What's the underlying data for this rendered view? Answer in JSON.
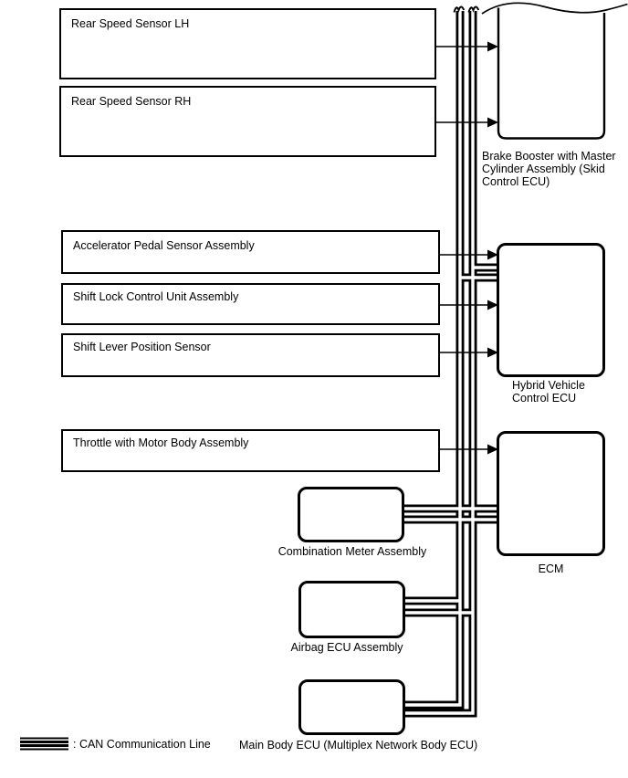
{
  "colors": {
    "line": "#000000",
    "background": "#ffffff",
    "text": "#000000"
  },
  "nodes": {
    "rear_speed_sensor_lh": {
      "label": "Rear Speed Sensor LH"
    },
    "rear_speed_sensor_rh": {
      "label": "Rear Speed Sensor RH"
    },
    "accelerator_pedal_sensor": {
      "label": "Accelerator Pedal Sensor Assembly"
    },
    "shift_lock_control_unit": {
      "label": "Shift Lock Control Unit Assembly"
    },
    "shift_lever_position_sensor": {
      "label": "Shift Lever Position Sensor"
    },
    "throttle_with_motor_body": {
      "label": "Throttle with Motor Body Assembly"
    },
    "brake_booster": {
      "label": "Brake Booster with Master Cylinder Assembly (Skid Control ECU)"
    },
    "hybrid_vehicle_control_ecu": {
      "label": "Hybrid Vehicle Control ECU"
    },
    "ecm": {
      "label": "ECM"
    },
    "combination_meter": {
      "label": "Combination Meter Assembly"
    },
    "airbag_ecu": {
      "label": "Airbag ECU Assembly"
    },
    "main_body_ecu": {
      "label": "Main Body ECU (Multiplex Network Body ECU)"
    }
  },
  "legend": {
    "symbol": "can-line-symbol",
    "label": ": CAN Communication Line"
  },
  "connections": {
    "arrows": [
      {
        "from": "rear_speed_sensor_lh",
        "to": "brake_booster"
      },
      {
        "from": "rear_speed_sensor_rh",
        "to": "brake_booster"
      },
      {
        "from": "accelerator_pedal_sensor",
        "to": "hybrid_vehicle_control_ecu"
      },
      {
        "from": "shift_lock_control_unit",
        "to": "hybrid_vehicle_control_ecu"
      },
      {
        "from": "shift_lever_position_sensor",
        "to": "hybrid_vehicle_control_ecu"
      },
      {
        "from": "throttle_with_motor_body",
        "to": "ecm"
      }
    ],
    "can_bus_nodes": [
      "hybrid_vehicle_control_ecu",
      "ecm",
      "combination_meter",
      "airbag_ecu",
      "main_body_ecu"
    ]
  }
}
